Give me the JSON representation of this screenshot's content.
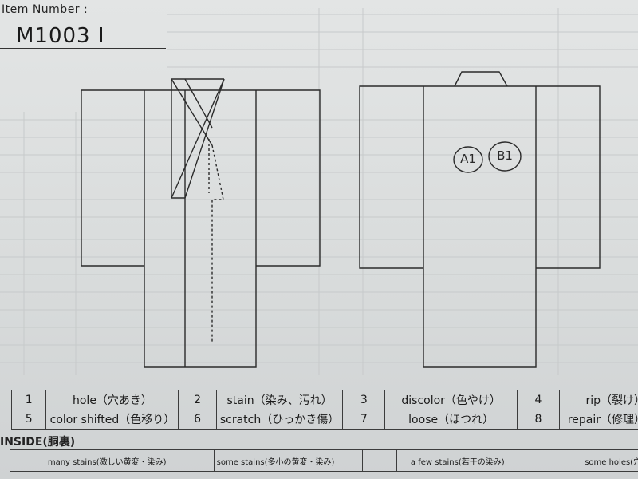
{
  "header": {
    "item_label": "Item Number :",
    "item_value": "M1003  I"
  },
  "markers": [
    "A1",
    "B1"
  ],
  "defect_table": {
    "rows": [
      [
        {
          "num": "1",
          "label": "hole（穴あき）"
        },
        {
          "num": "2",
          "label": "stain（染み、汚れ）"
        },
        {
          "num": "3",
          "label": "discolor（色やけ）"
        },
        {
          "num": "4",
          "label": "rip（裂け）"
        }
      ],
      [
        {
          "num": "5",
          "label": "color shifted（色移り）"
        },
        {
          "num": "6",
          "label": "scratch（ひっかき傷）"
        },
        {
          "num": "7",
          "label": "loose（ほつれ）"
        },
        {
          "num": "8",
          "label": "repair（修理）"
        }
      ]
    ]
  },
  "inside": {
    "title": "INSIDE(胴裏)",
    "items": [
      "many stains(激しい黄変・染み)",
      "some stains(多小の黄変・染み)",
      "a few stains(若干の染み)",
      "some holes(穴)"
    ]
  }
}
